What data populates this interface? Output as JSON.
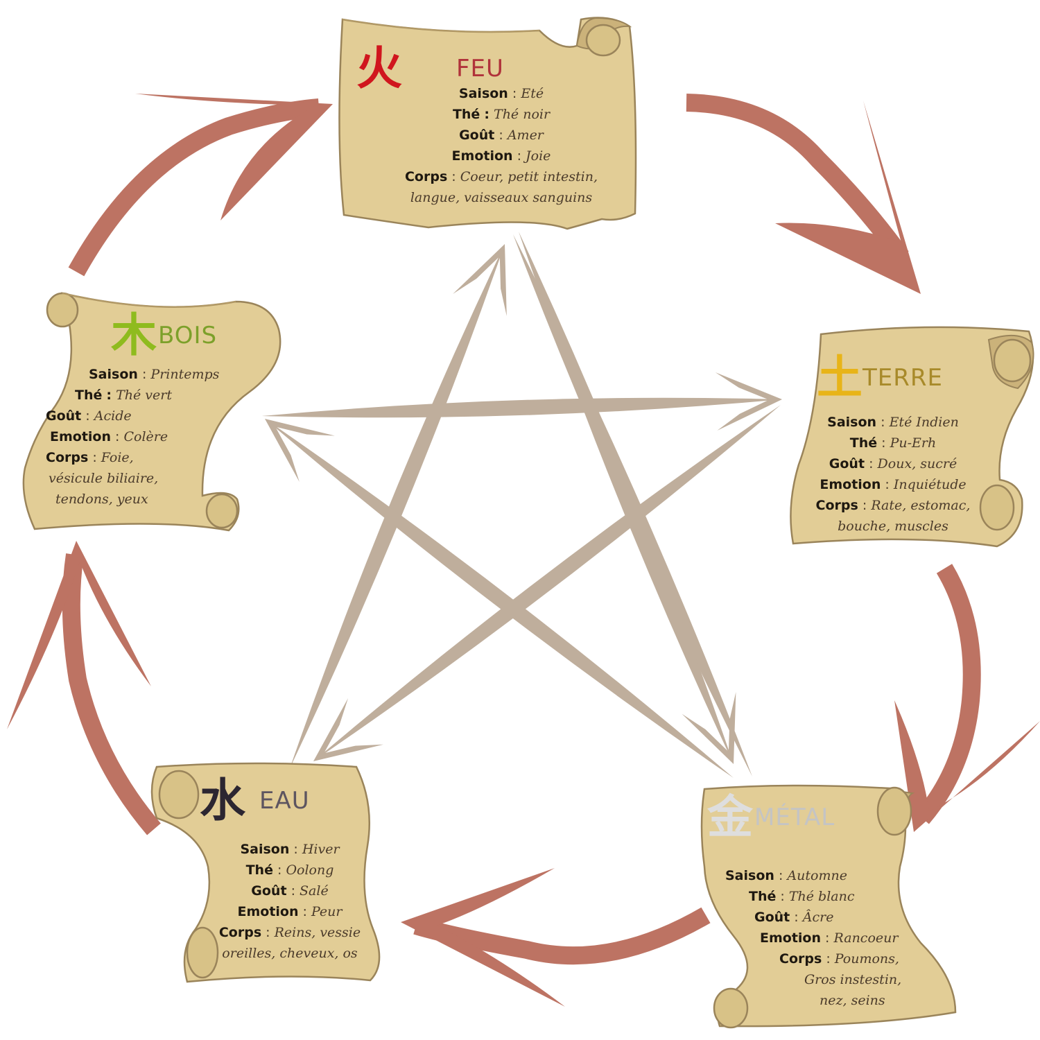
{
  "colors": {
    "cycle_arrow": "#bd7363",
    "star_arrow": "#bfae9c",
    "parchment": "#e2cd96",
    "parchment_edge": "#9a845a"
  },
  "labels": {
    "season": "Saison",
    "tea": "Thé",
    "taste": "Goût",
    "emotion": "Emotion",
    "body": "Corps"
  },
  "elements": {
    "feu": {
      "glyph": "火",
      "name": "FEU",
      "glyph_color": "#d0161e",
      "name_color": "#b0323a",
      "season": "Eté",
      "tea": "Thé noir",
      "taste": "Amer",
      "emotion": "Joie",
      "body": "Coeur, petit intestin,",
      "body2": "langue, vaisseaux sanguins",
      "body3": ""
    },
    "terre": {
      "glyph": "土",
      "name": "TERRE",
      "glyph_color": "#e8b418",
      "name_color": "#a88a2a",
      "season": "Eté Indien",
      "tea": "Pu-Erh",
      "taste": "Doux, sucré",
      "emotion": "Inquiétude",
      "body": "Rate, estomac,",
      "body2": "bouche, muscles",
      "body3": ""
    },
    "metal": {
      "glyph": "金",
      "name": "MÉTAL",
      "glyph_color": "#dedede",
      "name_color": "#c4c4c4",
      "season": "Automne",
      "tea": "Thé blanc",
      "taste": "Âcre",
      "emotion": "Rancoeur",
      "body": "Poumons,",
      "body2": "Gros instestin,",
      "body3": "nez, seins"
    },
    "eau": {
      "glyph": "水",
      "name": "EAU",
      "glyph_color": "#2c2631",
      "name_color": "#5d5560",
      "season": "Hiver",
      "tea": "Oolong",
      "taste": "Salé",
      "emotion": "Peur",
      "body": "Reins, vessie",
      "body2": "oreilles, cheveux, os",
      "body3": ""
    },
    "bois": {
      "glyph": "木",
      "name": "BOIS",
      "glyph_color": "#8fbb1e",
      "name_color": "#7ca02a",
      "season": "Printemps",
      "tea": "Thé vert",
      "taste": "Acide",
      "emotion": "Colère",
      "body": "Foie,",
      "body2": "vésicule biliaire,",
      "body3": "tendons, yeux"
    }
  }
}
